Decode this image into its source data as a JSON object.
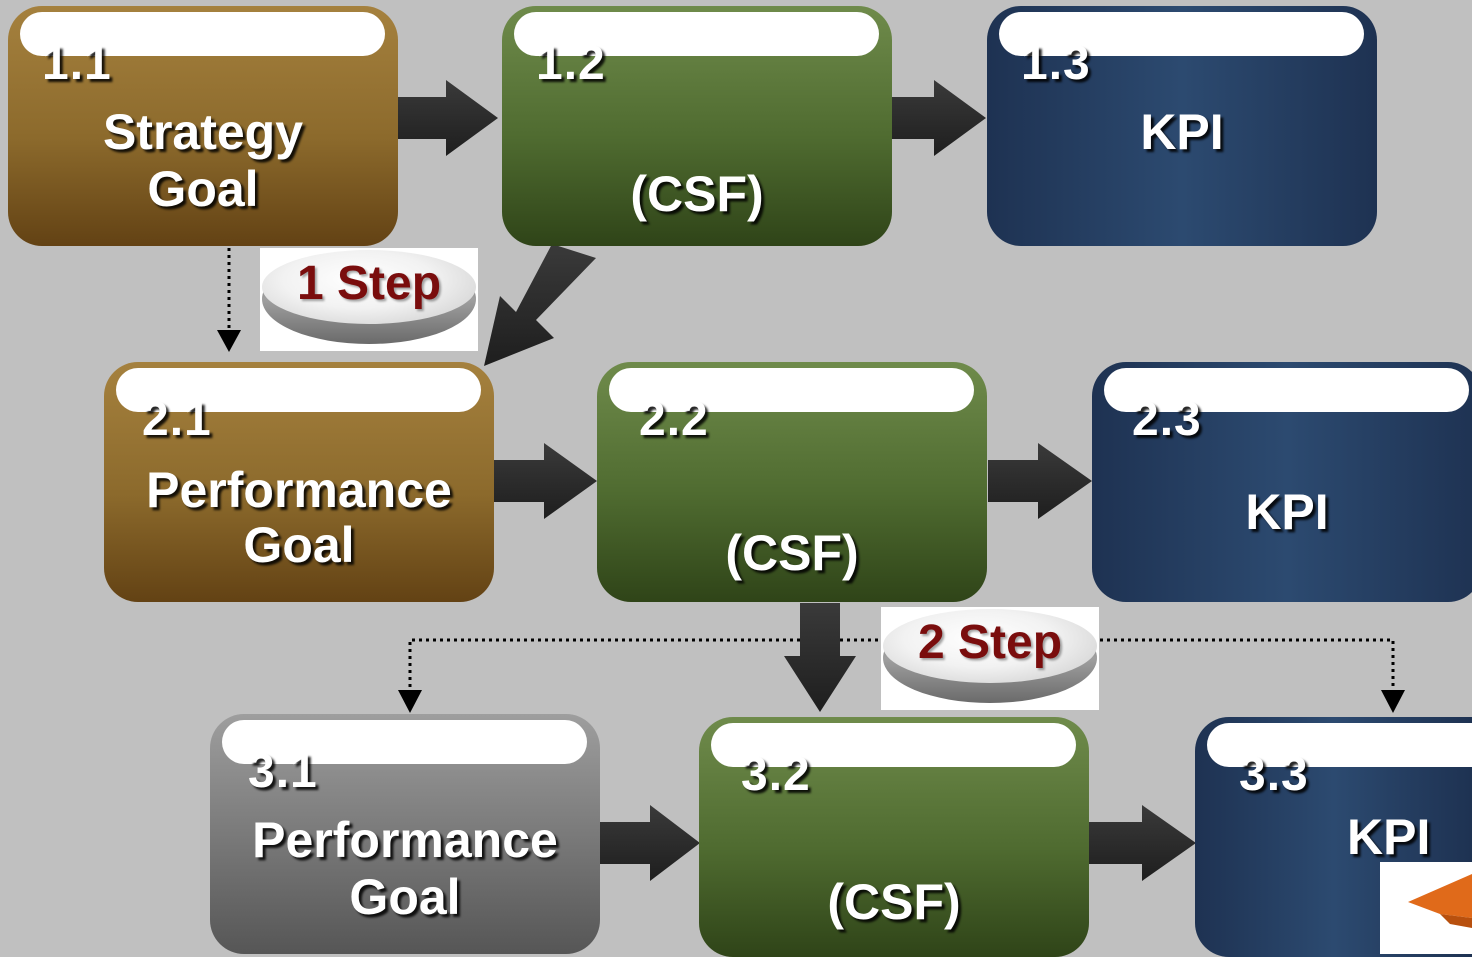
{
  "rows": [
    {
      "goal": {
        "num": "1.1",
        "label1": "Strategy",
        "label2": "Goal"
      },
      "csf": {
        "num": "1.2",
        "label": "(CSF)"
      },
      "kpi": {
        "num": "1.3",
        "label": "KPI"
      }
    },
    {
      "goal": {
        "num": "2.1",
        "label1": "Performance",
        "label2": "Goal"
      },
      "csf": {
        "num": "2.2",
        "label": "(CSF)"
      },
      "kpi": {
        "num": "2.3",
        "label": "KPI"
      }
    },
    {
      "goal": {
        "num": "3.1",
        "label1": "Performance",
        "label2": "Goal"
      },
      "csf": {
        "num": "3.2",
        "label": "(CSF)"
      },
      "kpi": {
        "num": "3.3",
        "label": "KPI"
      }
    }
  ],
  "steps": [
    "1 Step",
    "2 Step"
  ],
  "colors": {
    "goal": "#8c6a2c",
    "csf": "#4f6b30",
    "kpi": "#233b5e",
    "goal_row3": "#7a7a7a",
    "arrow": "#2b2b2b",
    "step_text": "#7a0d0d",
    "background": "#c0c0c0"
  }
}
